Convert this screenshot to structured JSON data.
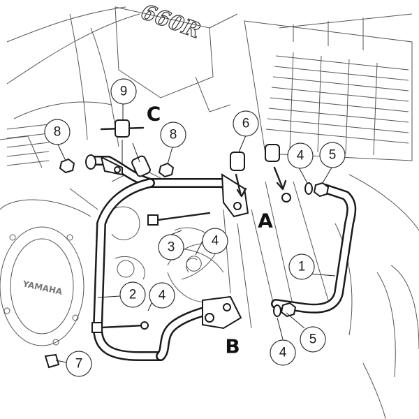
{
  "model_badge": "660R",
  "engine_brand": "YAMAHA",
  "letters": [
    {
      "id": "A",
      "text": "A"
    },
    {
      "id": "B",
      "text": "B"
    },
    {
      "id": "C",
      "text": "C"
    }
  ],
  "callouts": [
    {
      "id": "c9",
      "text": "9"
    },
    {
      "id": "c8a",
      "text": "8"
    },
    {
      "id": "c8b",
      "text": "8"
    },
    {
      "id": "c6",
      "text": "6"
    },
    {
      "id": "c4a",
      "text": "4"
    },
    {
      "id": "c5a",
      "text": "5"
    },
    {
      "id": "c3",
      "text": "3"
    },
    {
      "id": "c4b",
      "text": "4"
    },
    {
      "id": "c1",
      "text": "1"
    },
    {
      "id": "c2",
      "text": "2"
    },
    {
      "id": "c4c",
      "text": "4"
    },
    {
      "id": "c5b",
      "text": "5"
    },
    {
      "id": "c4d",
      "text": "4"
    },
    {
      "id": "c7",
      "text": "7"
    }
  ]
}
